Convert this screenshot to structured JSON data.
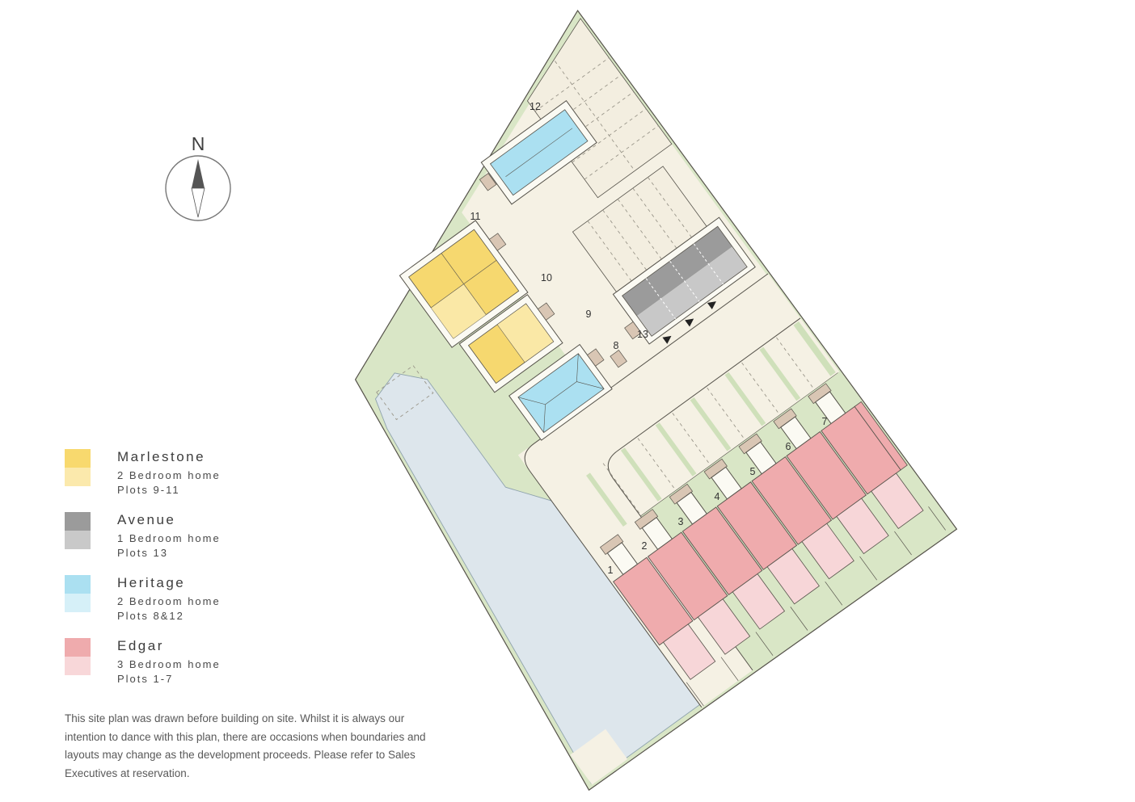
{
  "compass": {
    "label": "N"
  },
  "legend": {
    "items": [
      {
        "name": "Marlestone",
        "line1": "2 Bedroom home",
        "line2": "Plots 9-11",
        "swatch_dark": "#F8D96E",
        "swatch_light": "#FBE9AC"
      },
      {
        "name": "Avenue",
        "line1": "1 Bedroom home",
        "line2": "Plots 13",
        "swatch_dark": "#9B9B9B",
        "swatch_light": "#C9C9C9"
      },
      {
        "name": "Heritage",
        "line1": "2 Bedroom home",
        "line2": "Plots 8&12",
        "swatch_dark": "#ABE0F1",
        "swatch_light": "#D6F0F8"
      },
      {
        "name": "Edgar",
        "line1": "3 Bedroom home",
        "line2": "Plots 1-7",
        "swatch_dark": "#EFABAD",
        "swatch_light": "#F8D7D9"
      }
    ]
  },
  "plan": {
    "plots": [
      "1",
      "2",
      "3",
      "4",
      "5",
      "6",
      "7",
      "8",
      "9",
      "10",
      "11",
      "12",
      "13"
    ]
  },
  "disclaimer": "This site plan was drawn before building on site.  Whilst it is always our intention to dance with this plan, there are occasions when boundaries and layouts may change as the development proceeds.  Please refer to Sales Executives at reservation.",
  "colors": {
    "landscape_green": "#D9E6C6",
    "road_cream": "#F5F1E4",
    "parking_cream": "#F3EEE0",
    "water_blue": "#DDE6EC",
    "outline": "#56534B",
    "porch_beige": "#D9C6B4",
    "marlestone": "#F6D86F",
    "marlestone_light": "#FAE8A6",
    "avenue_dark": "#9B9B9B",
    "avenue_light": "#C8C8C8",
    "heritage": "#ABE0F1",
    "edgar": "#EFABAD",
    "edgar_light": "#F7D6D8"
  }
}
